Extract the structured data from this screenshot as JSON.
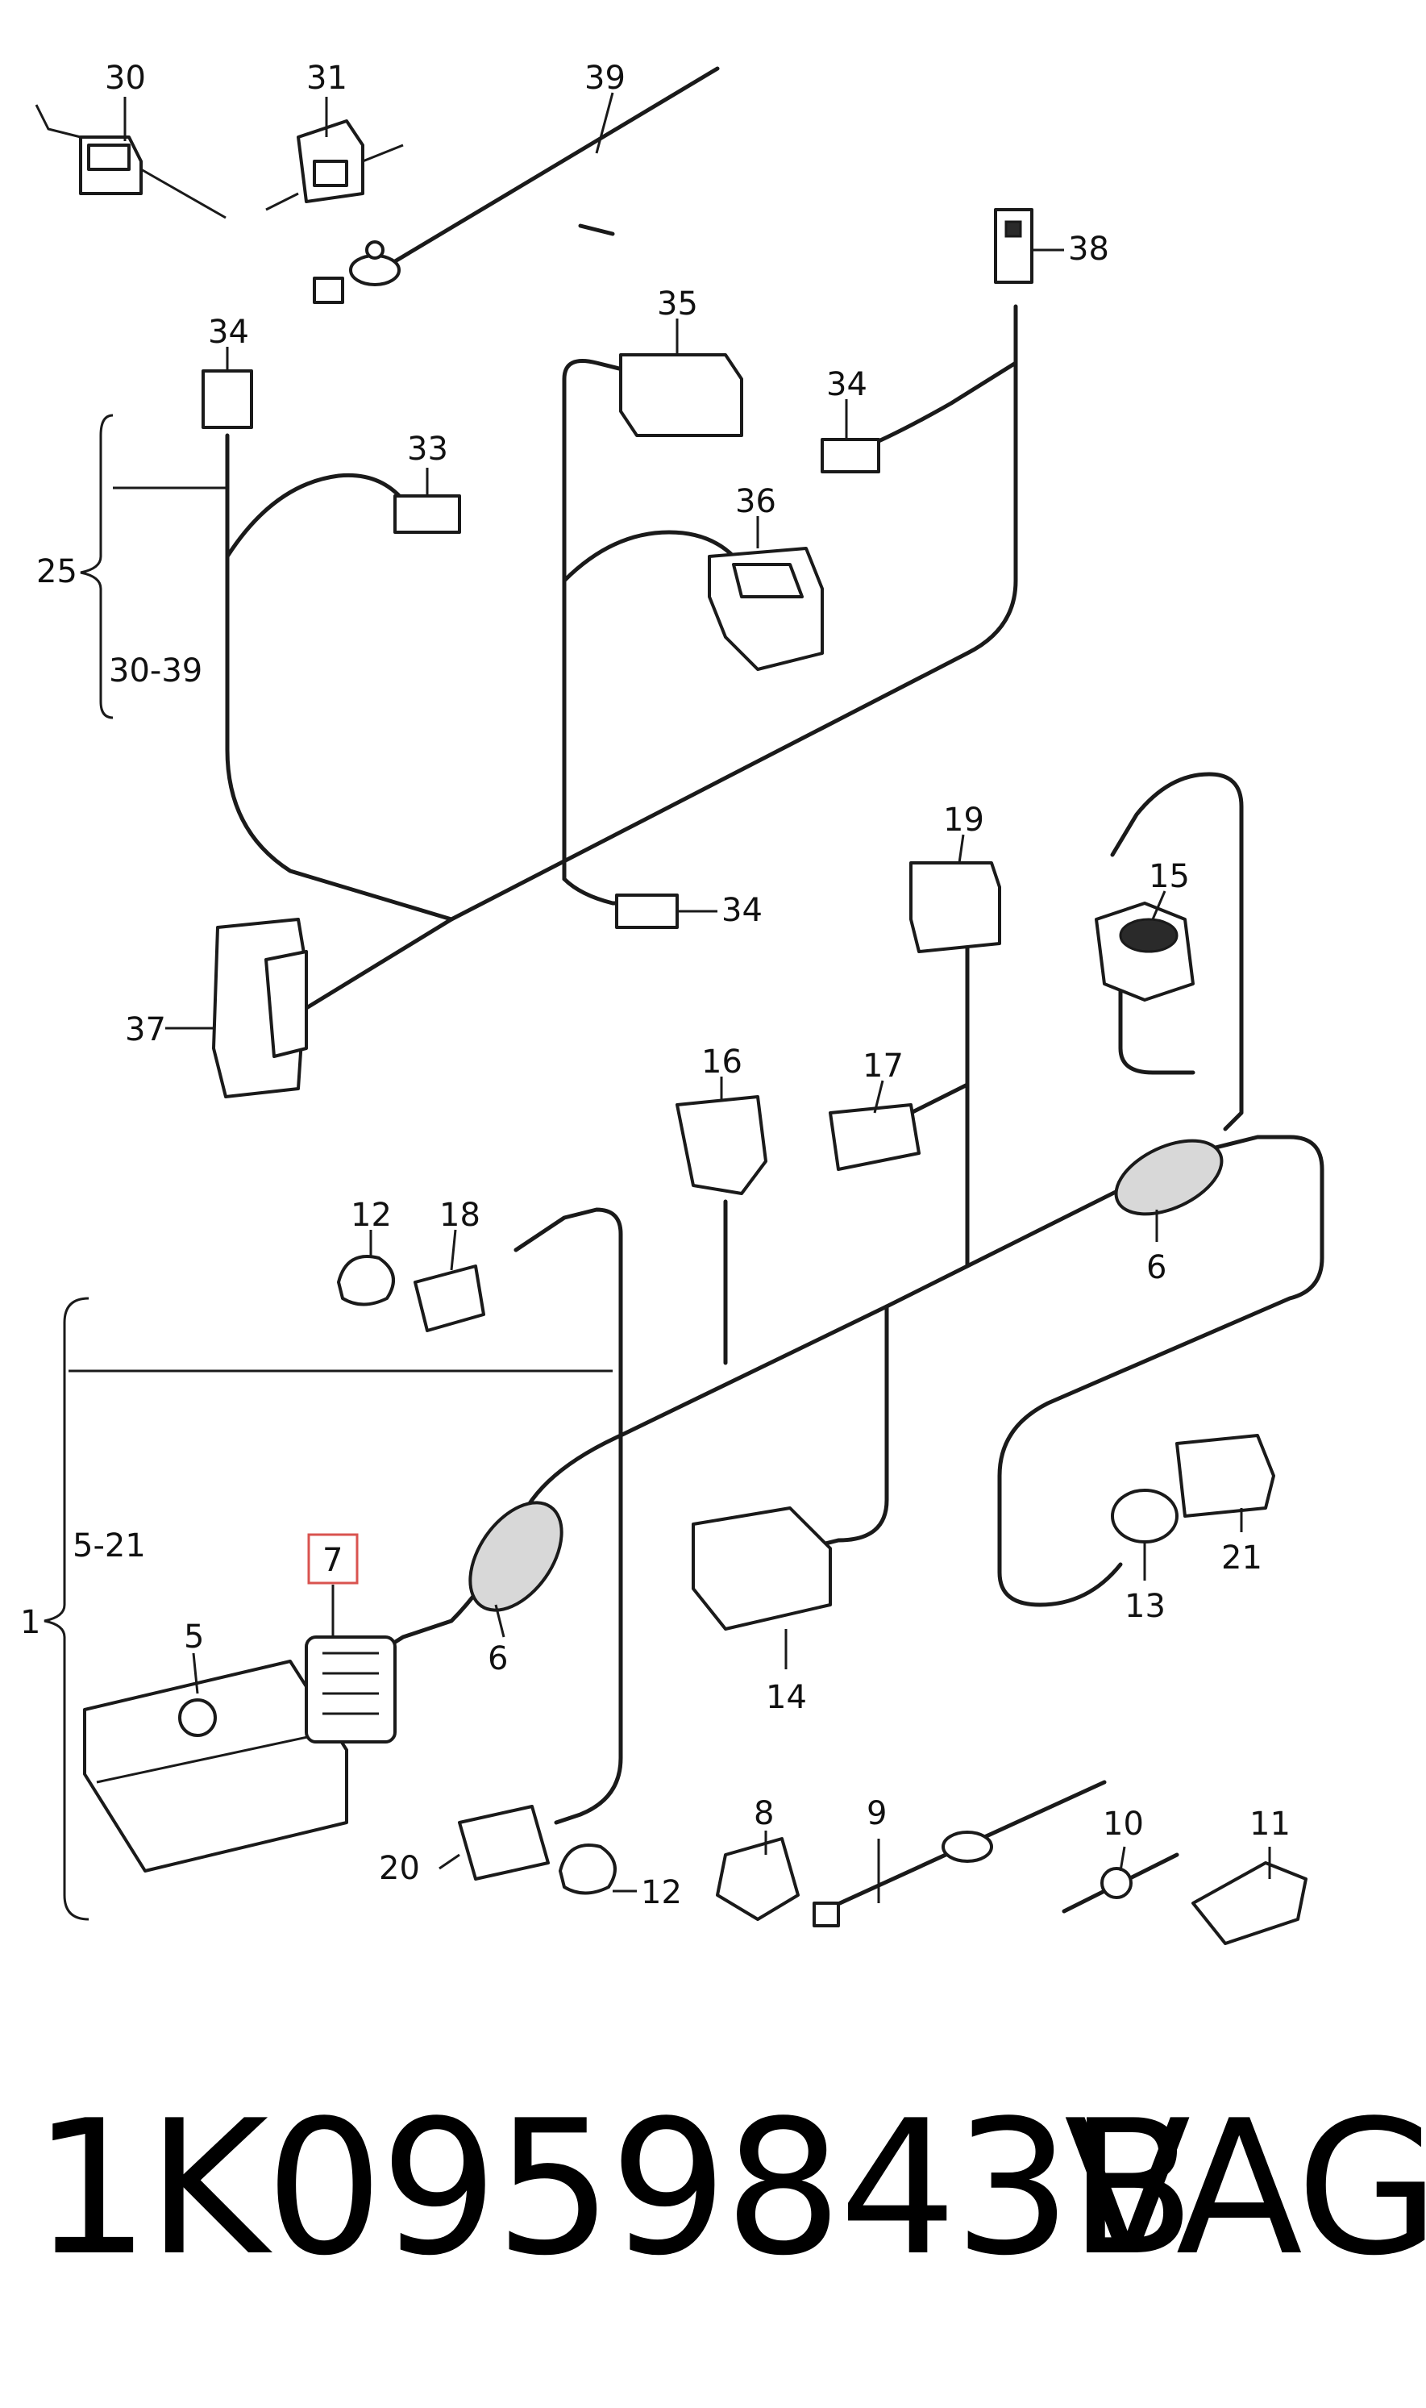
{
  "callouts": {
    "c30": "30",
    "c31": "31",
    "c39": "39",
    "c38": "38",
    "c34a": "34",
    "c35": "35",
    "c34b": "34",
    "c33": "33",
    "c25": "25",
    "c30_39": "30-39",
    "c36": "36",
    "c34c": "34",
    "c37": "37",
    "c19": "19",
    "c15": "15",
    "c16": "16",
    "c17": "17",
    "c6a": "6",
    "c12a": "12",
    "c18": "18",
    "c1": "1",
    "c5_21": "5-21",
    "c7": "7",
    "c5": "5",
    "c6b": "6",
    "c14": "14",
    "c21": "21",
    "c13": "13",
    "c8": "8",
    "c9": "9",
    "c10": "10",
    "c11": "11",
    "c20": "20",
    "c12b": "12"
  },
  "footer": {
    "part_number": "1K0959843B",
    "brand": "VAG"
  },
  "colors": {
    "ink": "#1a1a1a",
    "highlight": "#d9534f"
  }
}
